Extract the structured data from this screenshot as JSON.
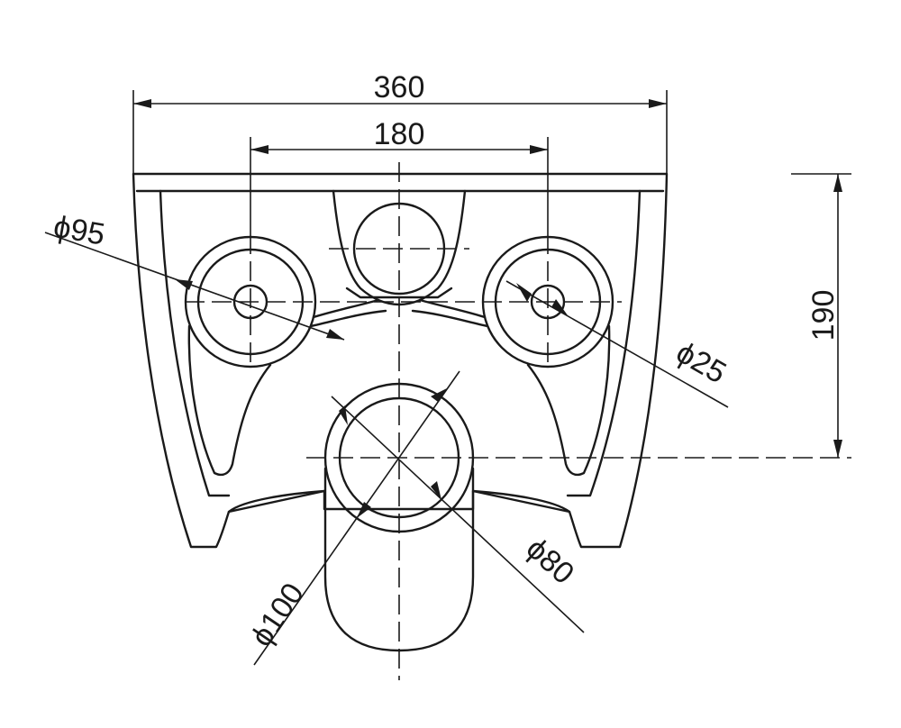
{
  "dimensions": {
    "overall_width": "360",
    "hole_spacing": "180",
    "height": "190",
    "phi_95": "ϕ95",
    "phi_25": "ϕ25",
    "phi_100": "ϕ100",
    "phi_80": "ϕ80"
  },
  "colors": {
    "line": "#1a1a1a",
    "background": "#ffffff"
  }
}
